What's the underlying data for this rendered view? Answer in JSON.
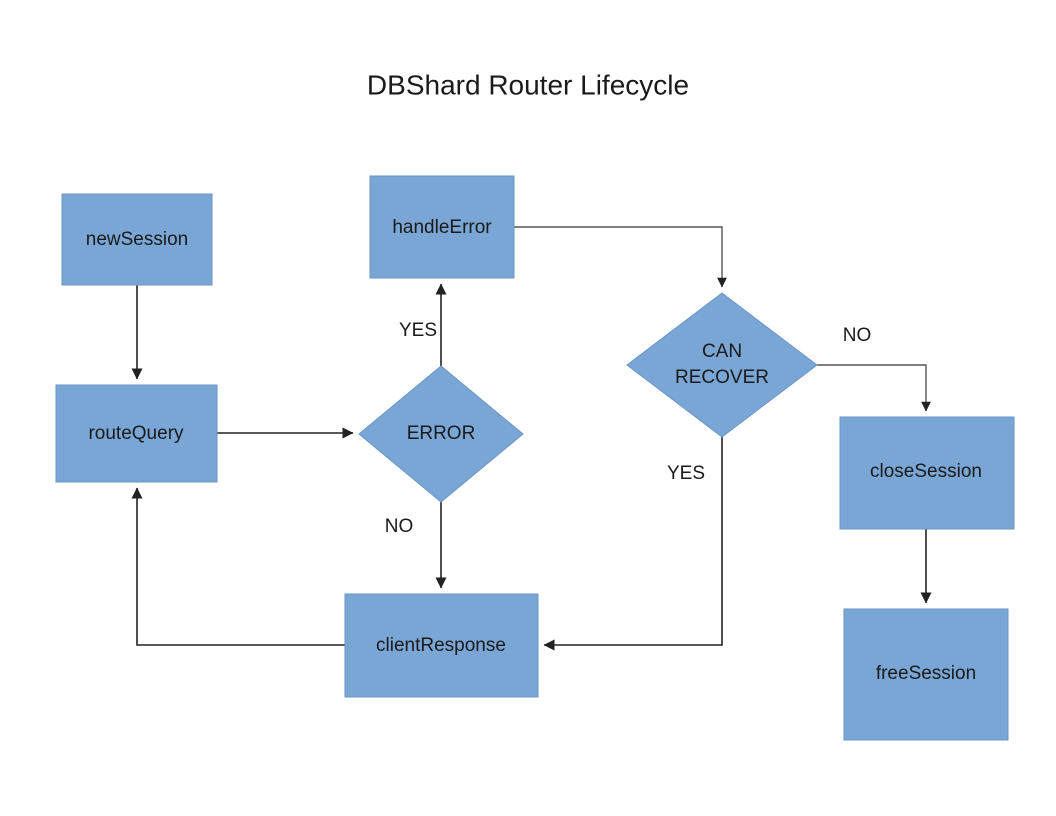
{
  "title": "DBShard Router Lifecycle",
  "theme": {
    "node_fill": "#7AA6D6",
    "node_stroke": "#6A96C6",
    "edge_color": "#222222",
    "text_color": "#1a1a1a",
    "background": "#ffffff"
  },
  "nodes": {
    "new_session": {
      "label": "newSession",
      "type": "process"
    },
    "route_query": {
      "label": "routeQuery",
      "type": "process"
    },
    "handle_error": {
      "label": "handleError",
      "type": "process"
    },
    "error_decision": {
      "label": "ERROR",
      "type": "decision"
    },
    "can_recover_decision": {
      "label_line1": "CAN",
      "label_line2": "RECOVER",
      "type": "decision"
    },
    "close_session": {
      "label": "closeSession",
      "type": "process"
    },
    "free_session": {
      "label": "freeSession",
      "type": "process"
    },
    "client_response": {
      "label": "clientResponse",
      "type": "process"
    }
  },
  "edge_labels": {
    "error_yes": "YES",
    "error_no": "NO",
    "recover_no": "NO",
    "recover_yes": "YES"
  }
}
